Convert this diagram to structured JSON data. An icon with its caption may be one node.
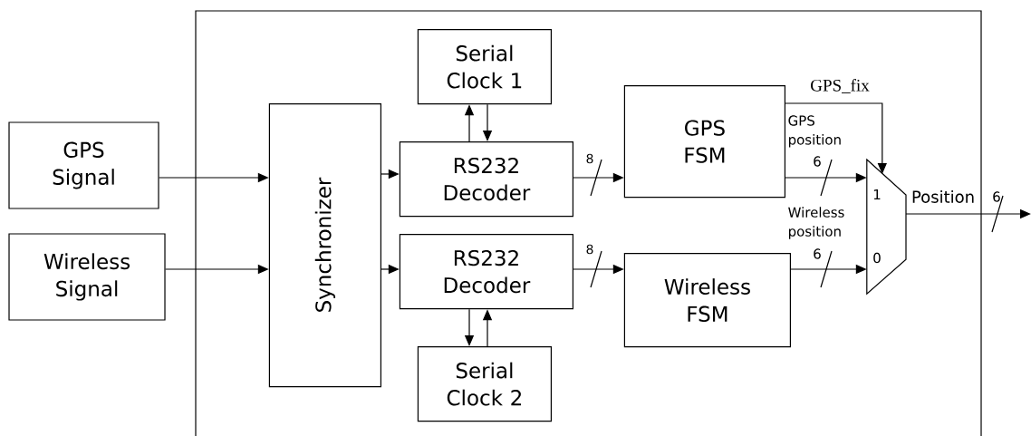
{
  "diagram": {
    "nodes": [
      {
        "text": [],
        "shape": "box"
      },
      {
        "text": [
          "GPS Signal"
        ]
      },
      {
        "text": [
          "Wireless Signal"
        ]
      },
      {
        "text": [
          "Synchronizer"
        ],
        "in": 0
      },
      {
        "text": [
          "Serial Clock 1"
        ],
        "in": 0
      },
      {
        "text": [
          "RS232 Decoder"
        ],
        "in": 0
      },
      {
        "text": [
          "RS232 Decoder"
        ],
        "in": 0
      },
      {
        "text": [
          "Serial Clock 2"
        ],
        "in": 0
      },
      {
        "text": [
          "GPS FSM"
        ],
        "in": 0
      },
      {
        "text": [
          "Wireless FSM"
        ],
        "in": 0
      },
      {
        "text": [
          "1",
          "0"
        ],
        "in": 0
      }
    ],
    "edges": [
      {
        "from": 1,
        "to": 3,
        "arrow": "to"
      },
      {
        "from": 2,
        "to": 3,
        "arrow": "to"
      },
      {
        "from": 3,
        "to": 5,
        "arrow": "to"
      },
      {
        "from": 3,
        "to": 6,
        "arrow": "to"
      },
      {
        "from": 5,
        "to": 4,
        "arrow": "to"
      },
      {
        "from": 4,
        "to": 5,
        "arrow": "to"
      },
      {
        "from": 6,
        "to": 7,
        "arrow": "to"
      },
      {
        "from": 7,
        "to": 6,
        "arrow": "to"
      },
      {
        "from": 5,
        "to": 8,
        "arrow": "to",
        "label": "8"
      },
      {
        "from": 6,
        "to": 9,
        "arrow": "to",
        "label": "8"
      },
      {
        "from": 8,
        "to": 10,
        "arrow": "to",
        "label": "GPS_fix"
      },
      {
        "from": 8,
        "to": 10,
        "arrow": "to",
        "label": "GPS position"
      },
      {
        "from": 9,
        "to": 10,
        "arrow": "to",
        "label": "Wireless position"
      },
      {
        "from": 10,
        "to": null,
        "arrow": "to",
        "label": "Position"
      }
    ],
    "labels": [
      "6",
      "6",
      "6"
    ]
  }
}
